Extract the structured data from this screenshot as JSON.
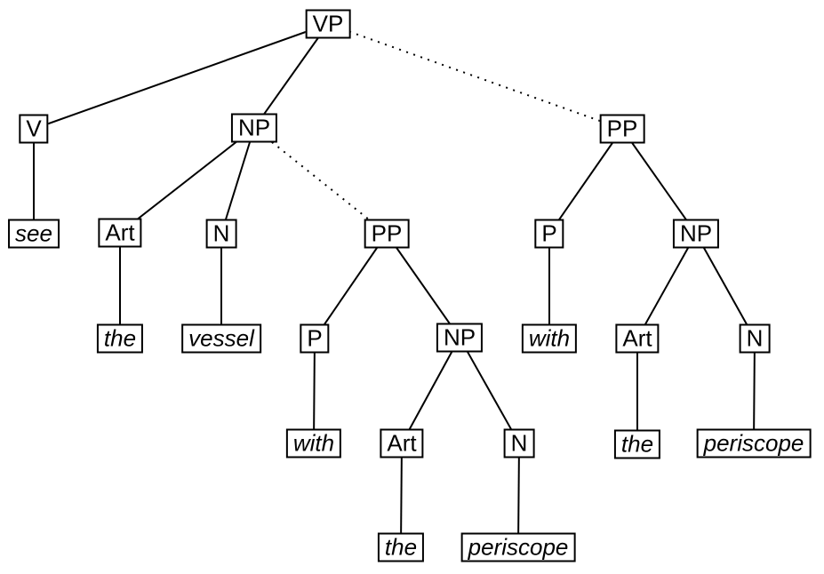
{
  "diagram": {
    "type": "syntax-tree",
    "nodes": {
      "vp": {
        "label": "VP",
        "italic": false
      },
      "v": {
        "label": "V",
        "italic": false
      },
      "np1": {
        "label": "NP",
        "italic": false
      },
      "pp2": {
        "label": "PP",
        "italic": false
      },
      "see": {
        "label": "see",
        "italic": true
      },
      "art1": {
        "label": "Art",
        "italic": false
      },
      "n1": {
        "label": "N",
        "italic": false
      },
      "pp1": {
        "label": "PP",
        "italic": false
      },
      "the1": {
        "label": "the",
        "italic": true
      },
      "vessel": {
        "label": "vessel",
        "italic": true
      },
      "p1": {
        "label": "P",
        "italic": false
      },
      "np2": {
        "label": "NP",
        "italic": false
      },
      "with1": {
        "label": "with",
        "italic": true
      },
      "art2": {
        "label": "Art",
        "italic": false
      },
      "n2": {
        "label": "N",
        "italic": false
      },
      "the2": {
        "label": "the",
        "italic": true
      },
      "periscope1": {
        "label": "periscope",
        "italic": true
      },
      "p2": {
        "label": "P",
        "italic": false
      },
      "np3": {
        "label": "NP",
        "italic": false
      },
      "with2": {
        "label": "with",
        "italic": true
      },
      "art3": {
        "label": "Art",
        "italic": false
      },
      "n3": {
        "label": "N",
        "italic": false
      },
      "the3": {
        "label": "the",
        "italic": true
      },
      "periscope2": {
        "label": "periscope",
        "italic": true
      }
    },
    "edges": [
      {
        "from": "vp",
        "to": "v",
        "style": "solid"
      },
      {
        "from": "vp",
        "to": "np1",
        "style": "solid"
      },
      {
        "from": "vp",
        "to": "pp2",
        "style": "dotted"
      },
      {
        "from": "v",
        "to": "see",
        "style": "solid"
      },
      {
        "from": "np1",
        "to": "art1",
        "style": "solid"
      },
      {
        "from": "np1",
        "to": "n1",
        "style": "solid"
      },
      {
        "from": "np1",
        "to": "pp1",
        "style": "dotted"
      },
      {
        "from": "art1",
        "to": "the1",
        "style": "solid"
      },
      {
        "from": "n1",
        "to": "vessel",
        "style": "solid"
      },
      {
        "from": "pp1",
        "to": "p1",
        "style": "solid"
      },
      {
        "from": "pp1",
        "to": "np2",
        "style": "solid"
      },
      {
        "from": "p1",
        "to": "with1",
        "style": "solid"
      },
      {
        "from": "np2",
        "to": "art2",
        "style": "solid"
      },
      {
        "from": "np2",
        "to": "n2",
        "style": "solid"
      },
      {
        "from": "art2",
        "to": "the2",
        "style": "solid"
      },
      {
        "from": "n2",
        "to": "periscope1",
        "style": "solid"
      },
      {
        "from": "pp2",
        "to": "p2",
        "style": "solid"
      },
      {
        "from": "pp2",
        "to": "np3",
        "style": "solid"
      },
      {
        "from": "p2",
        "to": "with2",
        "style": "solid"
      },
      {
        "from": "np3",
        "to": "art3",
        "style": "solid"
      },
      {
        "from": "np3",
        "to": "n3",
        "style": "solid"
      },
      {
        "from": "art3",
        "to": "the3",
        "style": "solid"
      },
      {
        "from": "n3",
        "to": "periscope2",
        "style": "solid"
      }
    ],
    "colors": {
      "line": "#000000",
      "box_border": "#000000",
      "box_fill": "#ffffff",
      "background": "#ffffff"
    }
  }
}
